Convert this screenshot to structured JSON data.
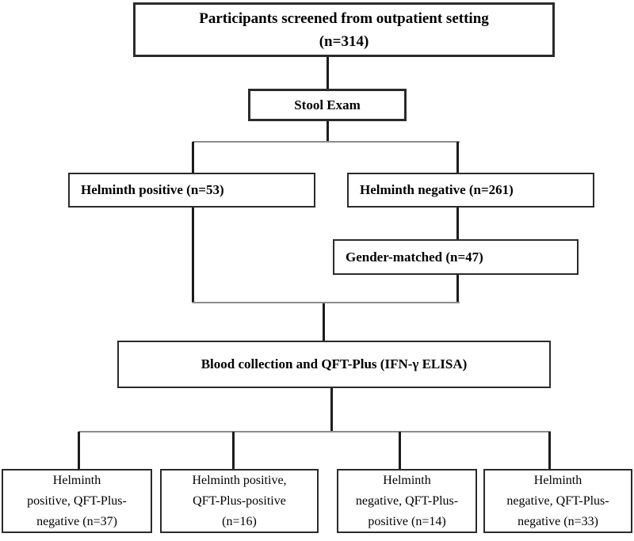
{
  "flowchart": {
    "screened": {
      "label": "Participants screened from outpatient setting\n(n=314)",
      "n": 314
    },
    "stool_exam": {
      "label": "Stool Exam"
    },
    "helminth_positive": {
      "label": "Helminth positive (n=53)",
      "n": 53
    },
    "helminth_negative": {
      "label": "Helminth negative (n=261)",
      "n": 261
    },
    "gender_matched": {
      "label": "Gender-matched (n=47)",
      "n": 47
    },
    "blood_collection": {
      "label": "Blood collection and QFT-Plus (IFN-γ ELISA)"
    },
    "outcome_pos_qft_neg": {
      "label": "Helminth\npositive, QFT-Plus-\nnegative (n=37)",
      "n": 37
    },
    "outcome_pos_qft_pos": {
      "label": "Helminth positive,\nQFT-Plus-positive\n(n=16)",
      "n": 16
    },
    "outcome_neg_qft_pos": {
      "label": "Helminth\nnegative, QFT-Plus-\npositive (n=14)",
      "n": 14
    },
    "outcome_neg_qft_neg": {
      "label": "Helminth\nnegative, QFT-Plus-\nnegative (n=33)",
      "n": 33
    },
    "colors": {
      "background": "#ffffff",
      "box_border": "#2b2b2b",
      "vertical_line": "#1c1c1c",
      "horizontal_line": "#8c8c8c",
      "text": "#000000"
    }
  }
}
